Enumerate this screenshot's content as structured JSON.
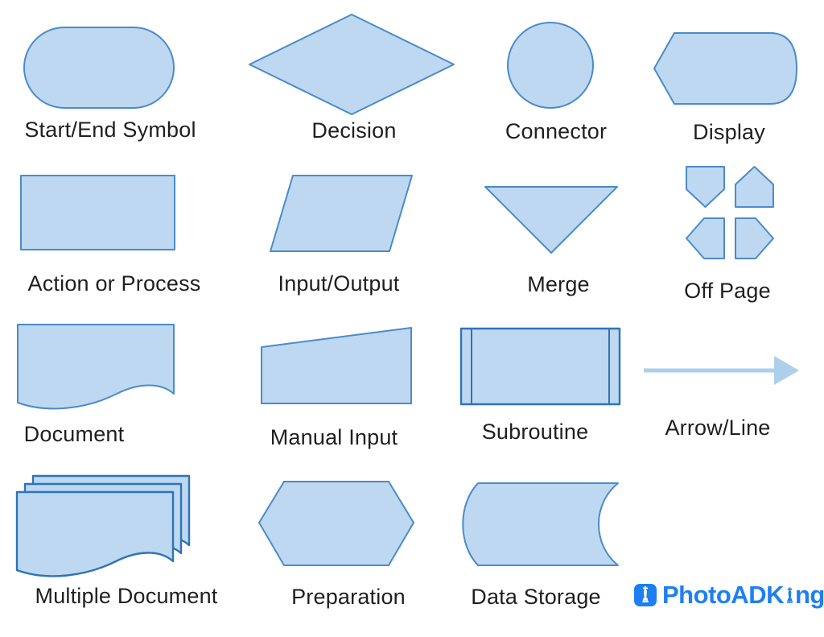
{
  "colors": {
    "shape_fill": "#BDD8F0",
    "shape_stroke": "#4B8BC9",
    "shape_stroke_dark": "#2E74B5",
    "arrow": "#AECFEC",
    "label": "#1F1F1F",
    "brand_blue": "#1E7FF2"
  },
  "symbols": [
    {
      "id": "start-end",
      "label": "Start/End Symbol",
      "shape": "stadium"
    },
    {
      "id": "decision",
      "label": "Decision",
      "shape": "diamond"
    },
    {
      "id": "connector",
      "label": "Connector",
      "shape": "circle"
    },
    {
      "id": "display",
      "label": "Display",
      "shape": "display"
    },
    {
      "id": "action-process",
      "label": "Action or Process",
      "shape": "rectangle"
    },
    {
      "id": "input-output",
      "label": "Input/Output",
      "shape": "parallelogram"
    },
    {
      "id": "merge",
      "label": "Merge",
      "shape": "inverted-triangle"
    },
    {
      "id": "off-page",
      "label": "Off Page",
      "shape": "off-page-connectors"
    },
    {
      "id": "document",
      "label": "Document",
      "shape": "document"
    },
    {
      "id": "manual-input",
      "label": "Manual Input",
      "shape": "manual-input"
    },
    {
      "id": "subroutine",
      "label": "Subroutine",
      "shape": "subroutine"
    },
    {
      "id": "arrow-line",
      "label": "Arrow/Line",
      "shape": "arrow"
    },
    {
      "id": "multiple-document",
      "label": "Multiple Document",
      "shape": "multiple-document"
    },
    {
      "id": "preparation",
      "label": "Preparation",
      "shape": "hexagon"
    },
    {
      "id": "data-storage",
      "label": "Data Storage",
      "shape": "stored-data"
    }
  ],
  "brand": {
    "full_name": "PhotoADKing",
    "prefix": "PhotoADK",
    "suffix": "ng",
    "icon": "chess-king-icon"
  }
}
